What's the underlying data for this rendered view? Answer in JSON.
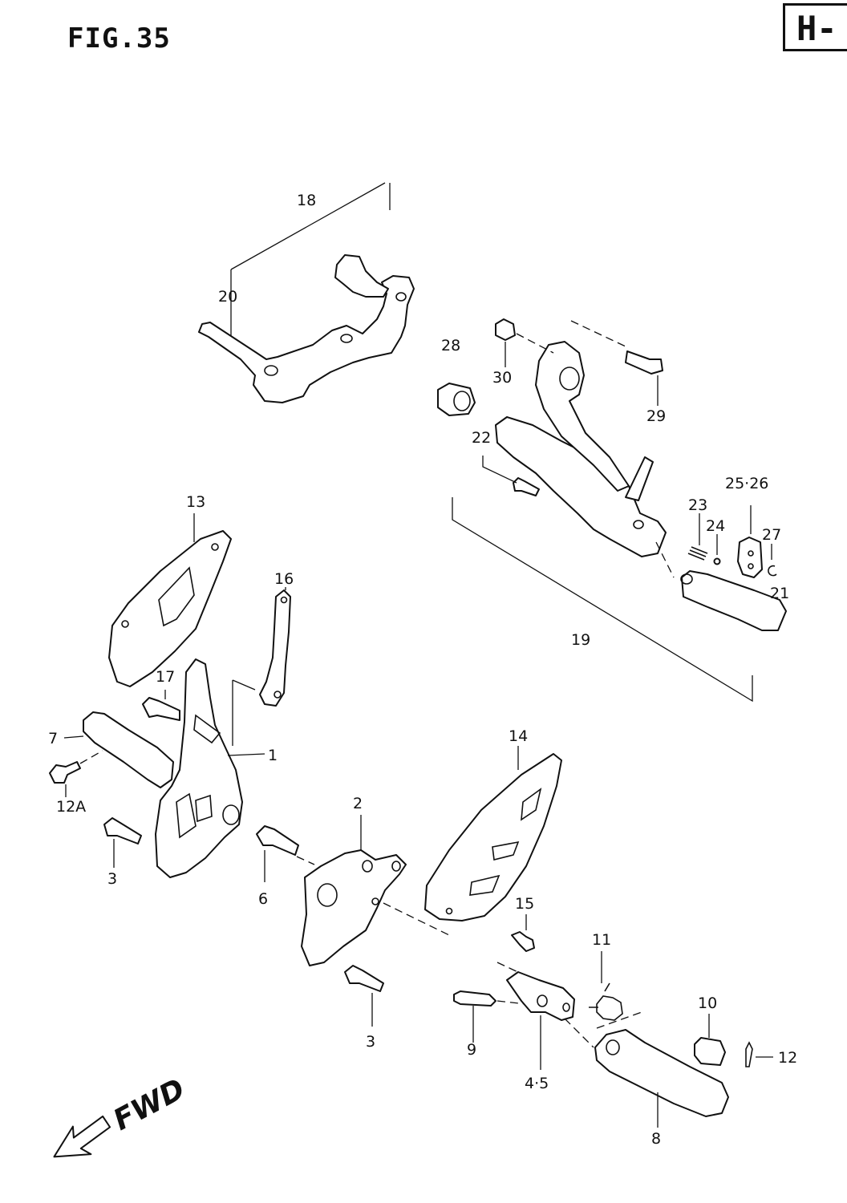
{
  "figure": {
    "title": "FIG.35",
    "section": "H-"
  },
  "direction": {
    "label": "FWD"
  },
  "callouts": {
    "c1": "1",
    "c2": "2",
    "c3a": "3",
    "c3b": "3",
    "c45": "4·5",
    "c6": "6",
    "c7": "7",
    "c8": "8",
    "c9": "9",
    "c10": "10",
    "c11": "11",
    "c12": "12",
    "c12a": "12A",
    "c13": "13",
    "c14": "14",
    "c15": "15",
    "c16": "16",
    "c17": "17",
    "c18": "18",
    "c19": "19",
    "c20": "20",
    "c21": "21",
    "c22": "22",
    "c23": "23",
    "c24": "24",
    "c2526": "25·26",
    "c27": "27",
    "c28": "28",
    "c29": "29",
    "c30": "30"
  }
}
